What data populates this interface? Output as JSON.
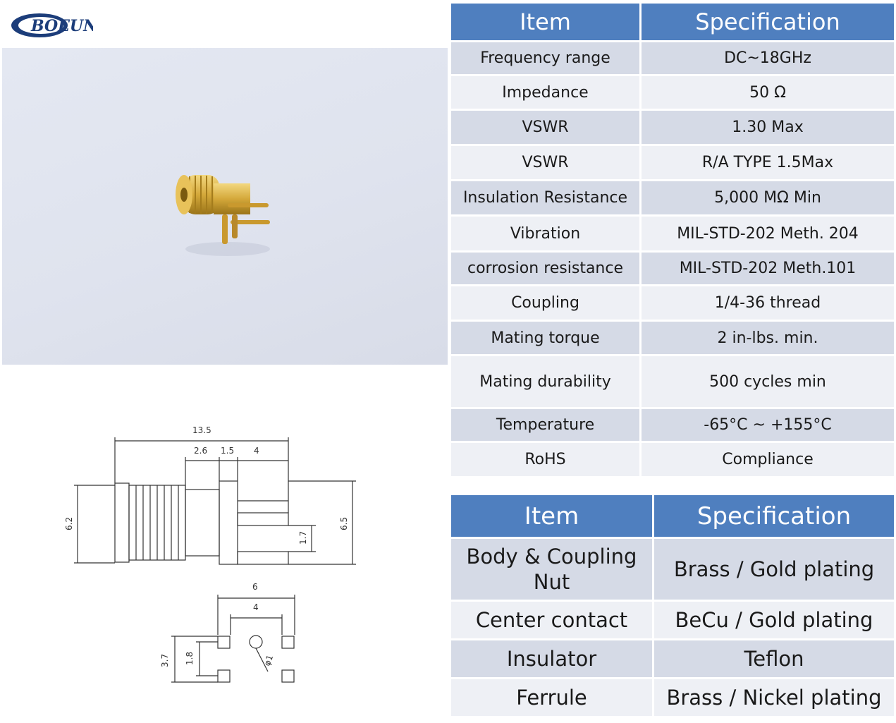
{
  "brand": {
    "name": "BOEUN"
  },
  "colors": {
    "header_bg": "#4f7fbf",
    "row_odd": "#d5dae6",
    "row_even": "#eef0f5",
    "gold": "#d4a83a"
  },
  "spec_table": {
    "headers": [
      "Item",
      "Specification"
    ],
    "rows": [
      {
        "item": "Frequency range",
        "spec": "DC~18GHz"
      },
      {
        "item": "Impedance",
        "spec": "50 Ω"
      },
      {
        "item": "VSWR",
        "spec": "1.30 Max"
      },
      {
        "item": "VSWR",
        "spec": "R/A TYPE 1.5Max"
      },
      {
        "item": "Insulation Resistance",
        "spec": "5,000 MΩ Min"
      },
      {
        "item": "Vibration",
        "spec": "MIL-STD-202 Meth. 204"
      },
      {
        "item": "corrosion resistance",
        "spec": "MIL-STD-202 Meth.101"
      },
      {
        "item": "Coupling",
        "spec": "1/4-36 thread"
      },
      {
        "item": "Mating torque",
        "spec": "2 in-lbs. min."
      },
      {
        "item": "Mating durability",
        "spec": "500 cycles min"
      },
      {
        "item": "Temperature",
        "spec": "-65°C ~ +155°C"
      },
      {
        "item": "RoHS",
        "spec": "Compliance"
      }
    ]
  },
  "material_table": {
    "headers": [
      "Item",
      "Specification"
    ],
    "rows": [
      {
        "item": "Body & Coupling Nut",
        "spec": "Brass / Gold plating"
      },
      {
        "item": "Center contact",
        "spec": "BeCu / Gold plating"
      },
      {
        "item": "Insulator",
        "spec": "Teflon"
      },
      {
        "item": "Ferrule",
        "spec": "Brass / Nickel plating"
      }
    ]
  },
  "drawing": {
    "side_view": {
      "overall_length": "13.5",
      "dim_a": "2.6",
      "dim_b": "1.5",
      "dim_c": "4",
      "body_height": "6.2",
      "flange_height": "6.5",
      "pin_pitch": "1.7"
    },
    "footprint": {
      "outer_width": "6",
      "inner_width": "4",
      "outer_height": "3.7",
      "inner_height": "1.8",
      "hole_dia": "φ1"
    }
  }
}
